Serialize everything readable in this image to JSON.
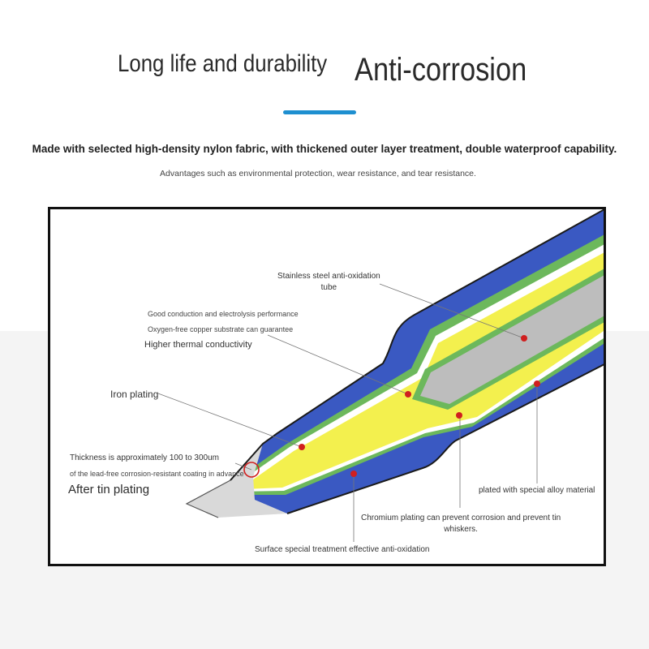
{
  "header": {
    "title_left": "Long life and durability",
    "title_right": "Anti-corrosion",
    "accent_color": "#1e8fd0"
  },
  "intro": {
    "headline": "Made with selected high-density nylon fabric, with thickened outer layer treatment, double waterproof capability.",
    "subline": "Advantages such as environmental protection, wear resistance, and tear resistance."
  },
  "diagram": {
    "colors": {
      "outer_sleeve": "#3a59c2",
      "alloy_layer": "#6cb85c",
      "copper_core": "#f3f04e",
      "steel_tube": "#bdbdbd",
      "tin_tip": "#d9d9d9",
      "marker": "#d01f1f"
    },
    "labels": {
      "stainless_line1": "Stainless steel anti-oxidation",
      "stainless_line2": "tube",
      "good_conduction": "Good conduction and electrolysis performance",
      "oxygen_free": "Oxygen-free copper substrate can guarantee",
      "thermal": "Higher thermal conductivity",
      "iron": "Iron plating",
      "thickness": "Thickness is approximately 100 to 300um",
      "lead_free": "of the lead-free corrosion-resistant coating in advance",
      "after_tin": "After tin plating",
      "alloy": "plated with special alloy material",
      "chromium_line1": "Chromium plating can prevent corrosion and prevent tin",
      "chromium_line2": "whiskers.",
      "surface": "Surface special treatment effective anti-oxidation"
    }
  }
}
